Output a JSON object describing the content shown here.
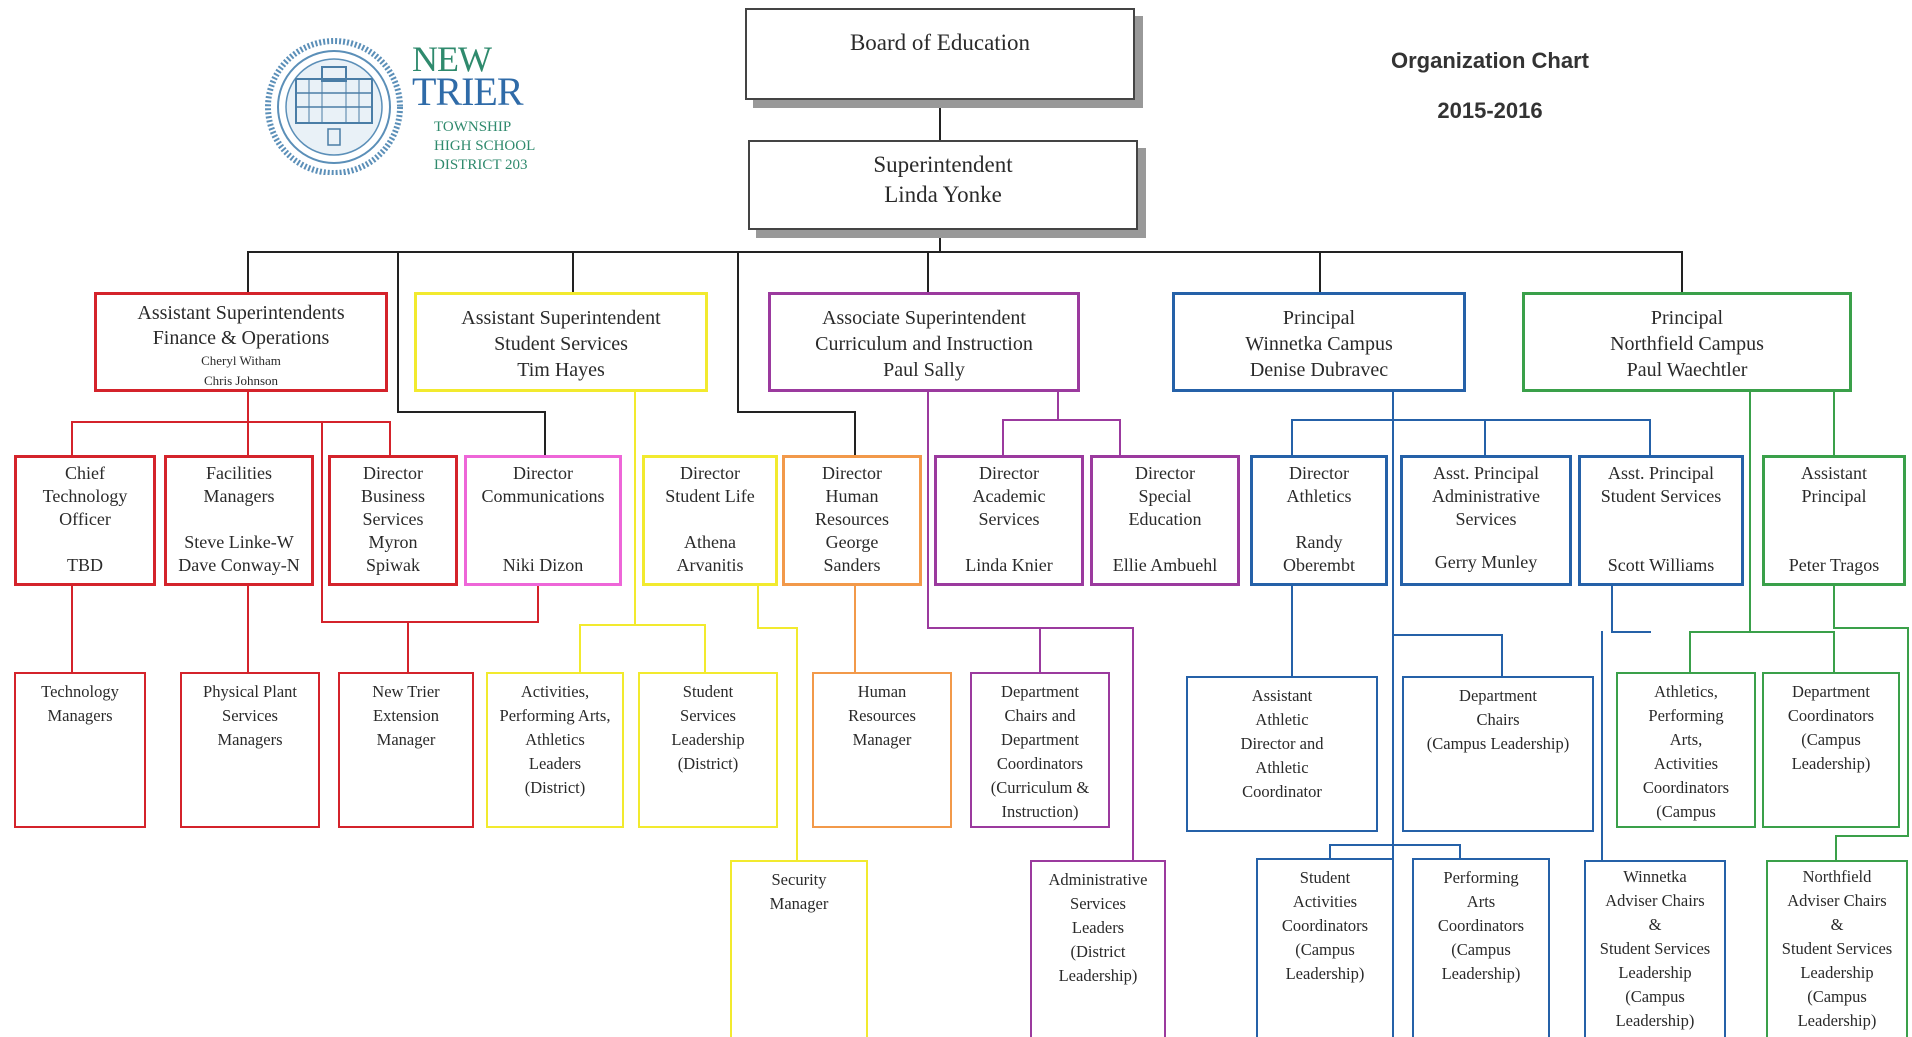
{
  "header": {
    "title": "Organization Chart",
    "year": "2015-2016"
  },
  "logo": {
    "line1": "NEW",
    "line2": "TRIER",
    "line3": "TOWNSHIP",
    "line4": "HIGH SCHOOL",
    "line5": "DISTRICT 203",
    "seal_icon": "school-seal-icon"
  },
  "colors": {
    "red": "#d4232b",
    "yellow": "#f2ea2e",
    "purple": "#9b3a9e",
    "blue": "#2561a8",
    "green": "#3aa04a",
    "pink": "#ee66d8",
    "orange": "#f2994a",
    "black": "#222222"
  },
  "boxes": {
    "board": [
      "Board of Education"
    ],
    "superintendent": [
      "Superintendent",
      "Linda Yonke"
    ],
    "asst_fin": [
      "Assistant Superintendents",
      "Finance & Operations",
      "Cheryl Witham",
      "Chris Johnson"
    ],
    "asst_student": [
      "Assistant Superintendent",
      "Student Services",
      "Tim Hayes"
    ],
    "assoc_curr": [
      "Associate Superintendent",
      "Curriculum and Instruction",
      "Paul Sally"
    ],
    "prin_winnetka": [
      "Principal",
      "Winnetka Campus",
      "Denise Dubravec"
    ],
    "prin_northfield": [
      "Principal",
      "Northfield Campus",
      "Paul Waechtler"
    ],
    "cto": [
      "Chief",
      "Technology",
      "Officer",
      "",
      "TBD"
    ],
    "facilities": [
      "Facilities",
      "Managers",
      "",
      "Steve Linke-W",
      "Dave Conway-N"
    ],
    "dir_business": [
      "Director",
      "Business",
      "Services",
      "Myron",
      "Spiwak"
    ],
    "dir_comm": [
      "Director",
      "Communications",
      "",
      "Niki Dizon"
    ],
    "dir_student_life": [
      "Director",
      "Student Life",
      "",
      "Athena",
      "Arvanitis"
    ],
    "dir_hr": [
      "Director",
      "Human",
      "Resources",
      "George",
      "Sanders"
    ],
    "dir_academic": [
      "Director",
      "Academic",
      "Services",
      "",
      "Linda Knier"
    ],
    "dir_special": [
      "Director",
      "Special",
      "Education",
      "",
      "Ellie Ambuehl"
    ],
    "dir_athletics": [
      "Director",
      "Athletics",
      "",
      "Randy",
      "Oberembt"
    ],
    "ap_admin": [
      "Asst. Principal",
      "Administrative",
      "Services",
      "",
      "Gerry Munley"
    ],
    "ap_student": [
      "Asst. Principal",
      "Student Services",
      "",
      "",
      "Scott Williams"
    ],
    "ap_northfield": [
      "Assistant",
      "Principal",
      "",
      "",
      "Peter Tragos"
    ],
    "tech_mgrs": [
      "Technology",
      "Managers"
    ],
    "phys_plant": [
      "Physical Plant",
      "Services",
      "Managers"
    ],
    "new_trier_ext": [
      "New Trier",
      "Extension",
      "Manager"
    ],
    "activities": [
      "Activities,",
      "Performing Arts,",
      "Athletics",
      "Leaders",
      "(District)"
    ],
    "student_services_lead": [
      "Student",
      "Services",
      "Leadership",
      "(District)"
    ],
    "hr_manager": [
      "Human",
      "Resources",
      "Manager"
    ],
    "dept_chairs_curr": [
      "Department",
      "Chairs and",
      "Department",
      "Coordinators",
      "(Curriculum &",
      "Instruction)"
    ],
    "asst_athletic": [
      "Assistant",
      "Athletic",
      "Director and",
      "Athletic",
      "Coordinator"
    ],
    "dept_chairs_campus": [
      "Department",
      "Chairs",
      "(Campus Leadership)"
    ],
    "ath_pa_coord": [
      "Athletics,",
      "Performing",
      "Arts,",
      "Activities",
      "Coordinators",
      "(Campus"
    ],
    "dept_coord_campus": [
      "Department",
      "Coordinators",
      "(Campus",
      "Leadership)"
    ],
    "security": [
      "Security",
      "Manager"
    ],
    "admin_services": [
      "Administrative",
      "Services",
      "Leaders",
      "(District",
      "Leadership)"
    ],
    "student_activities": [
      "Student",
      "Activities",
      "Coordinators",
      "(Campus",
      "Leadership)"
    ],
    "pa_coord": [
      "Performing",
      "Arts",
      "Coordinators",
      "(Campus",
      "Leadership)"
    ],
    "winnetka_adviser": [
      "Winnetka",
      "Adviser Chairs",
      "&",
      "Student Services",
      "Leadership",
      "(Campus",
      "Leadership)"
    ],
    "northfield_adviser": [
      "Northfield",
      "Adviser Chairs",
      "&",
      "Student Services",
      "Leadership",
      "(Campus",
      "Leadership)"
    ]
  }
}
